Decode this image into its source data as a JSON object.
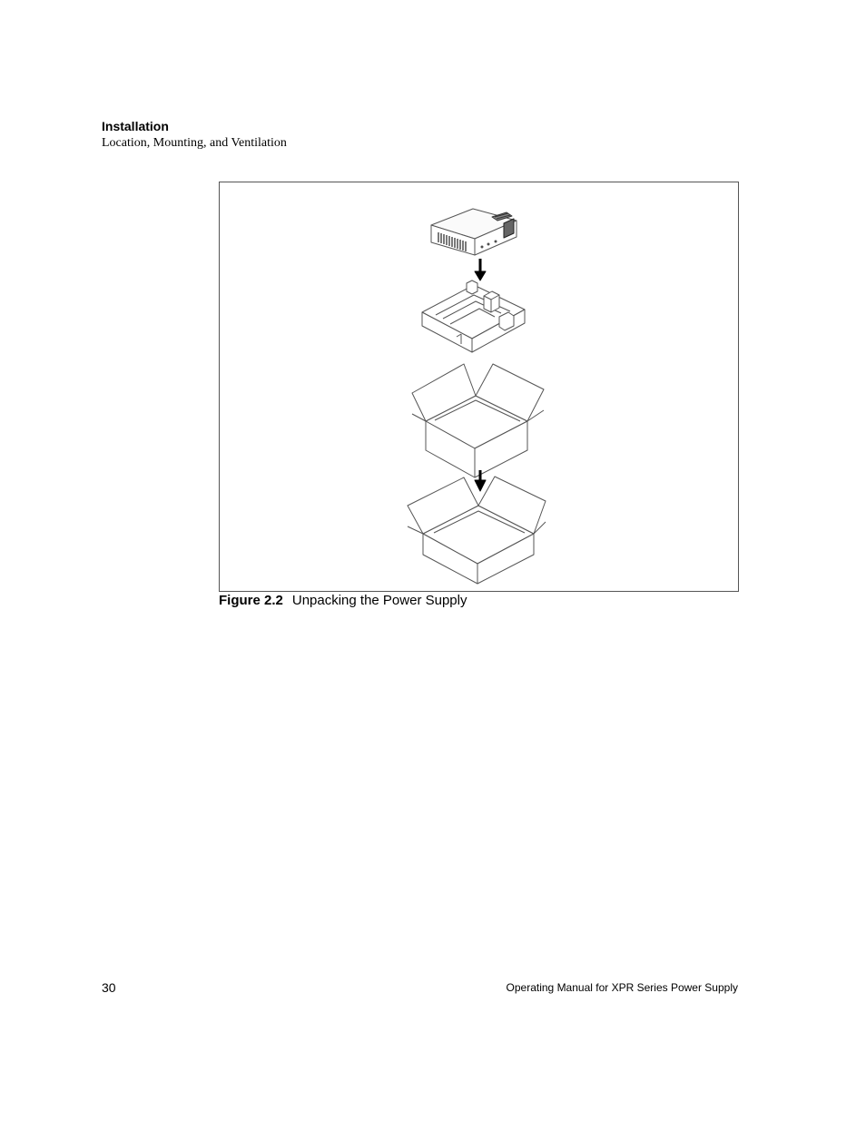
{
  "header": {
    "section": "Installation",
    "subsection": "Location, Mounting, and Ventilation"
  },
  "figure": {
    "number": "Figure 2.2",
    "caption": "Unpacking the Power Supply",
    "parts": [
      "power-supply-unit",
      "foam-packing-insert",
      "inner-box",
      "outer-box"
    ]
  },
  "footer": {
    "page_number": "30",
    "manual_title": "Operating Manual for XPR Series Power Supply"
  },
  "colors": {
    "line": "#555555",
    "text": "#000000"
  }
}
